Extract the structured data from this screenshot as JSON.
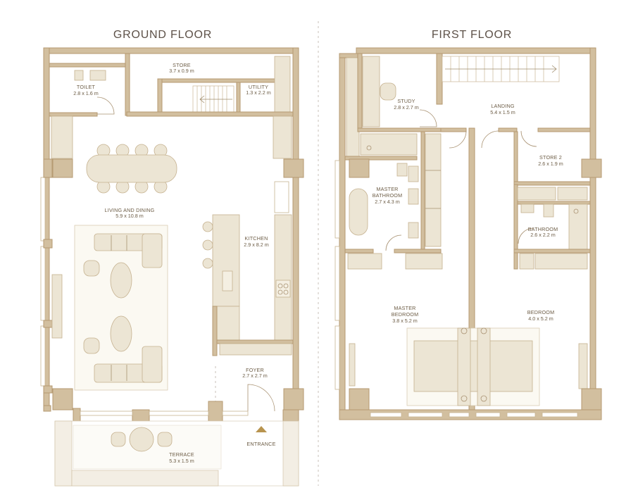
{
  "titles": {
    "ground": "GROUND FLOOR",
    "first": "FIRST FLOOR"
  },
  "ground_rooms": {
    "toilet": {
      "name": "TOILET",
      "dims": "2.8 x 1.6 m"
    },
    "store": {
      "name": "STORE",
      "dims": "3.7 x 0.9 m"
    },
    "utility": {
      "name": "UTILITY",
      "dims": "1.3 x 2.2 m"
    },
    "living": {
      "name": "LIVING AND DINING",
      "dims": "5.9 x 10.8 m"
    },
    "kitchen": {
      "name": "KITCHEN",
      "dims": "2.9 x 8.2 m"
    },
    "foyer": {
      "name": "FOYER",
      "dims": "2.7 x 2.7 m"
    },
    "terrace": {
      "name": "TERRACE",
      "dims": "5.3 x 1.5 m"
    },
    "entrance": {
      "name": "ENTRANCE"
    }
  },
  "first_rooms": {
    "study": {
      "name": "STUDY",
      "dims": "2.8 x 2.7 m"
    },
    "landing": {
      "name": "LANDING",
      "dims": "5.4 x 1.5 m"
    },
    "store2": {
      "name": "STORE 2",
      "dims": "2.6 x 1.9 m"
    },
    "master_bathroom": {
      "name1": "MASTER",
      "name2": "BATHROOM",
      "dims": "2.7 x 4.3 m"
    },
    "bathroom": {
      "name": "BATHROOM",
      "dims": "2.6 x 2.2 m"
    },
    "master_bedroom": {
      "name1": "MASTER",
      "name2": "BEDROOM",
      "dims": "3.8 x 5.2 m"
    },
    "bedroom": {
      "name": "BEDROOM",
      "dims": "4.0 x 5.2 m"
    }
  },
  "colors": {
    "wall": "#d2bf9f",
    "wall_outline": "#b59a72",
    "furniture": "#ece5d4",
    "text": "#6c5c45",
    "title": "#5d5148",
    "entrance_marker": "#b8944e"
  }
}
